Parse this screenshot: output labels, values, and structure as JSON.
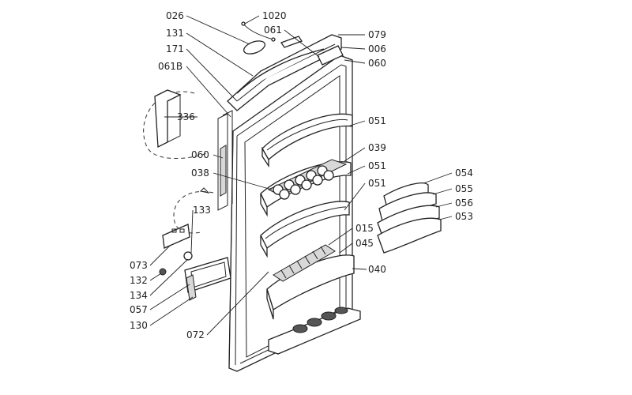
{
  "callouts": {
    "c026": "026",
    "c1020": "1020",
    "c131": "131",
    "c061": "061",
    "c079": "079",
    "c171": "171",
    "c006": "006",
    "c061b": "061B",
    "c060top": "060",
    "c336": "336",
    "c051a": "051",
    "c060side": "060",
    "c039": "039",
    "c038": "038",
    "c051b": "051",
    "c051c": "051",
    "c054": "054",
    "c133": "133",
    "c055": "055",
    "c056": "056",
    "c053": "053",
    "c015": "015",
    "c045": "045",
    "c073": "073",
    "c040": "040",
    "c132": "132",
    "c134": "134",
    "c057": "057",
    "c130": "130",
    "c072": "072"
  }
}
